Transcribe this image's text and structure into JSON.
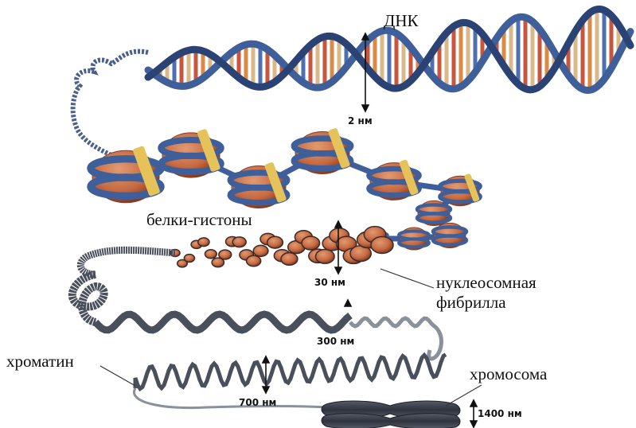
{
  "labels": {
    "dna": "ДНК",
    "dna_width": "2 нм",
    "histones": "белки-гистоны",
    "fibril_width": "30 нм",
    "nucleosome_fibril_line1": "нуклеосомная",
    "nucleosome_fibril_line2": "фибрилла",
    "supercoil_width": "300 нм",
    "chromatin": "хроматин",
    "chromatin_width": "700 нм",
    "chromosome": "хромосома",
    "chromosome_width": "1400 нм"
  },
  "colors": {
    "backbone": "#3f5f9a",
    "backbone_dark": "#2a4274",
    "base_red": "#c8563f",
    "base_orange": "#d98a45",
    "base_tan": "#d9b98a",
    "base_blue": "#4f6fb0",
    "histone": "#c56a42",
    "histone_dark": "#8a3a22",
    "linker": "#e6c25a",
    "chromatin": "#4a4f5c",
    "chromatin_light": "#8a909c"
  }
}
